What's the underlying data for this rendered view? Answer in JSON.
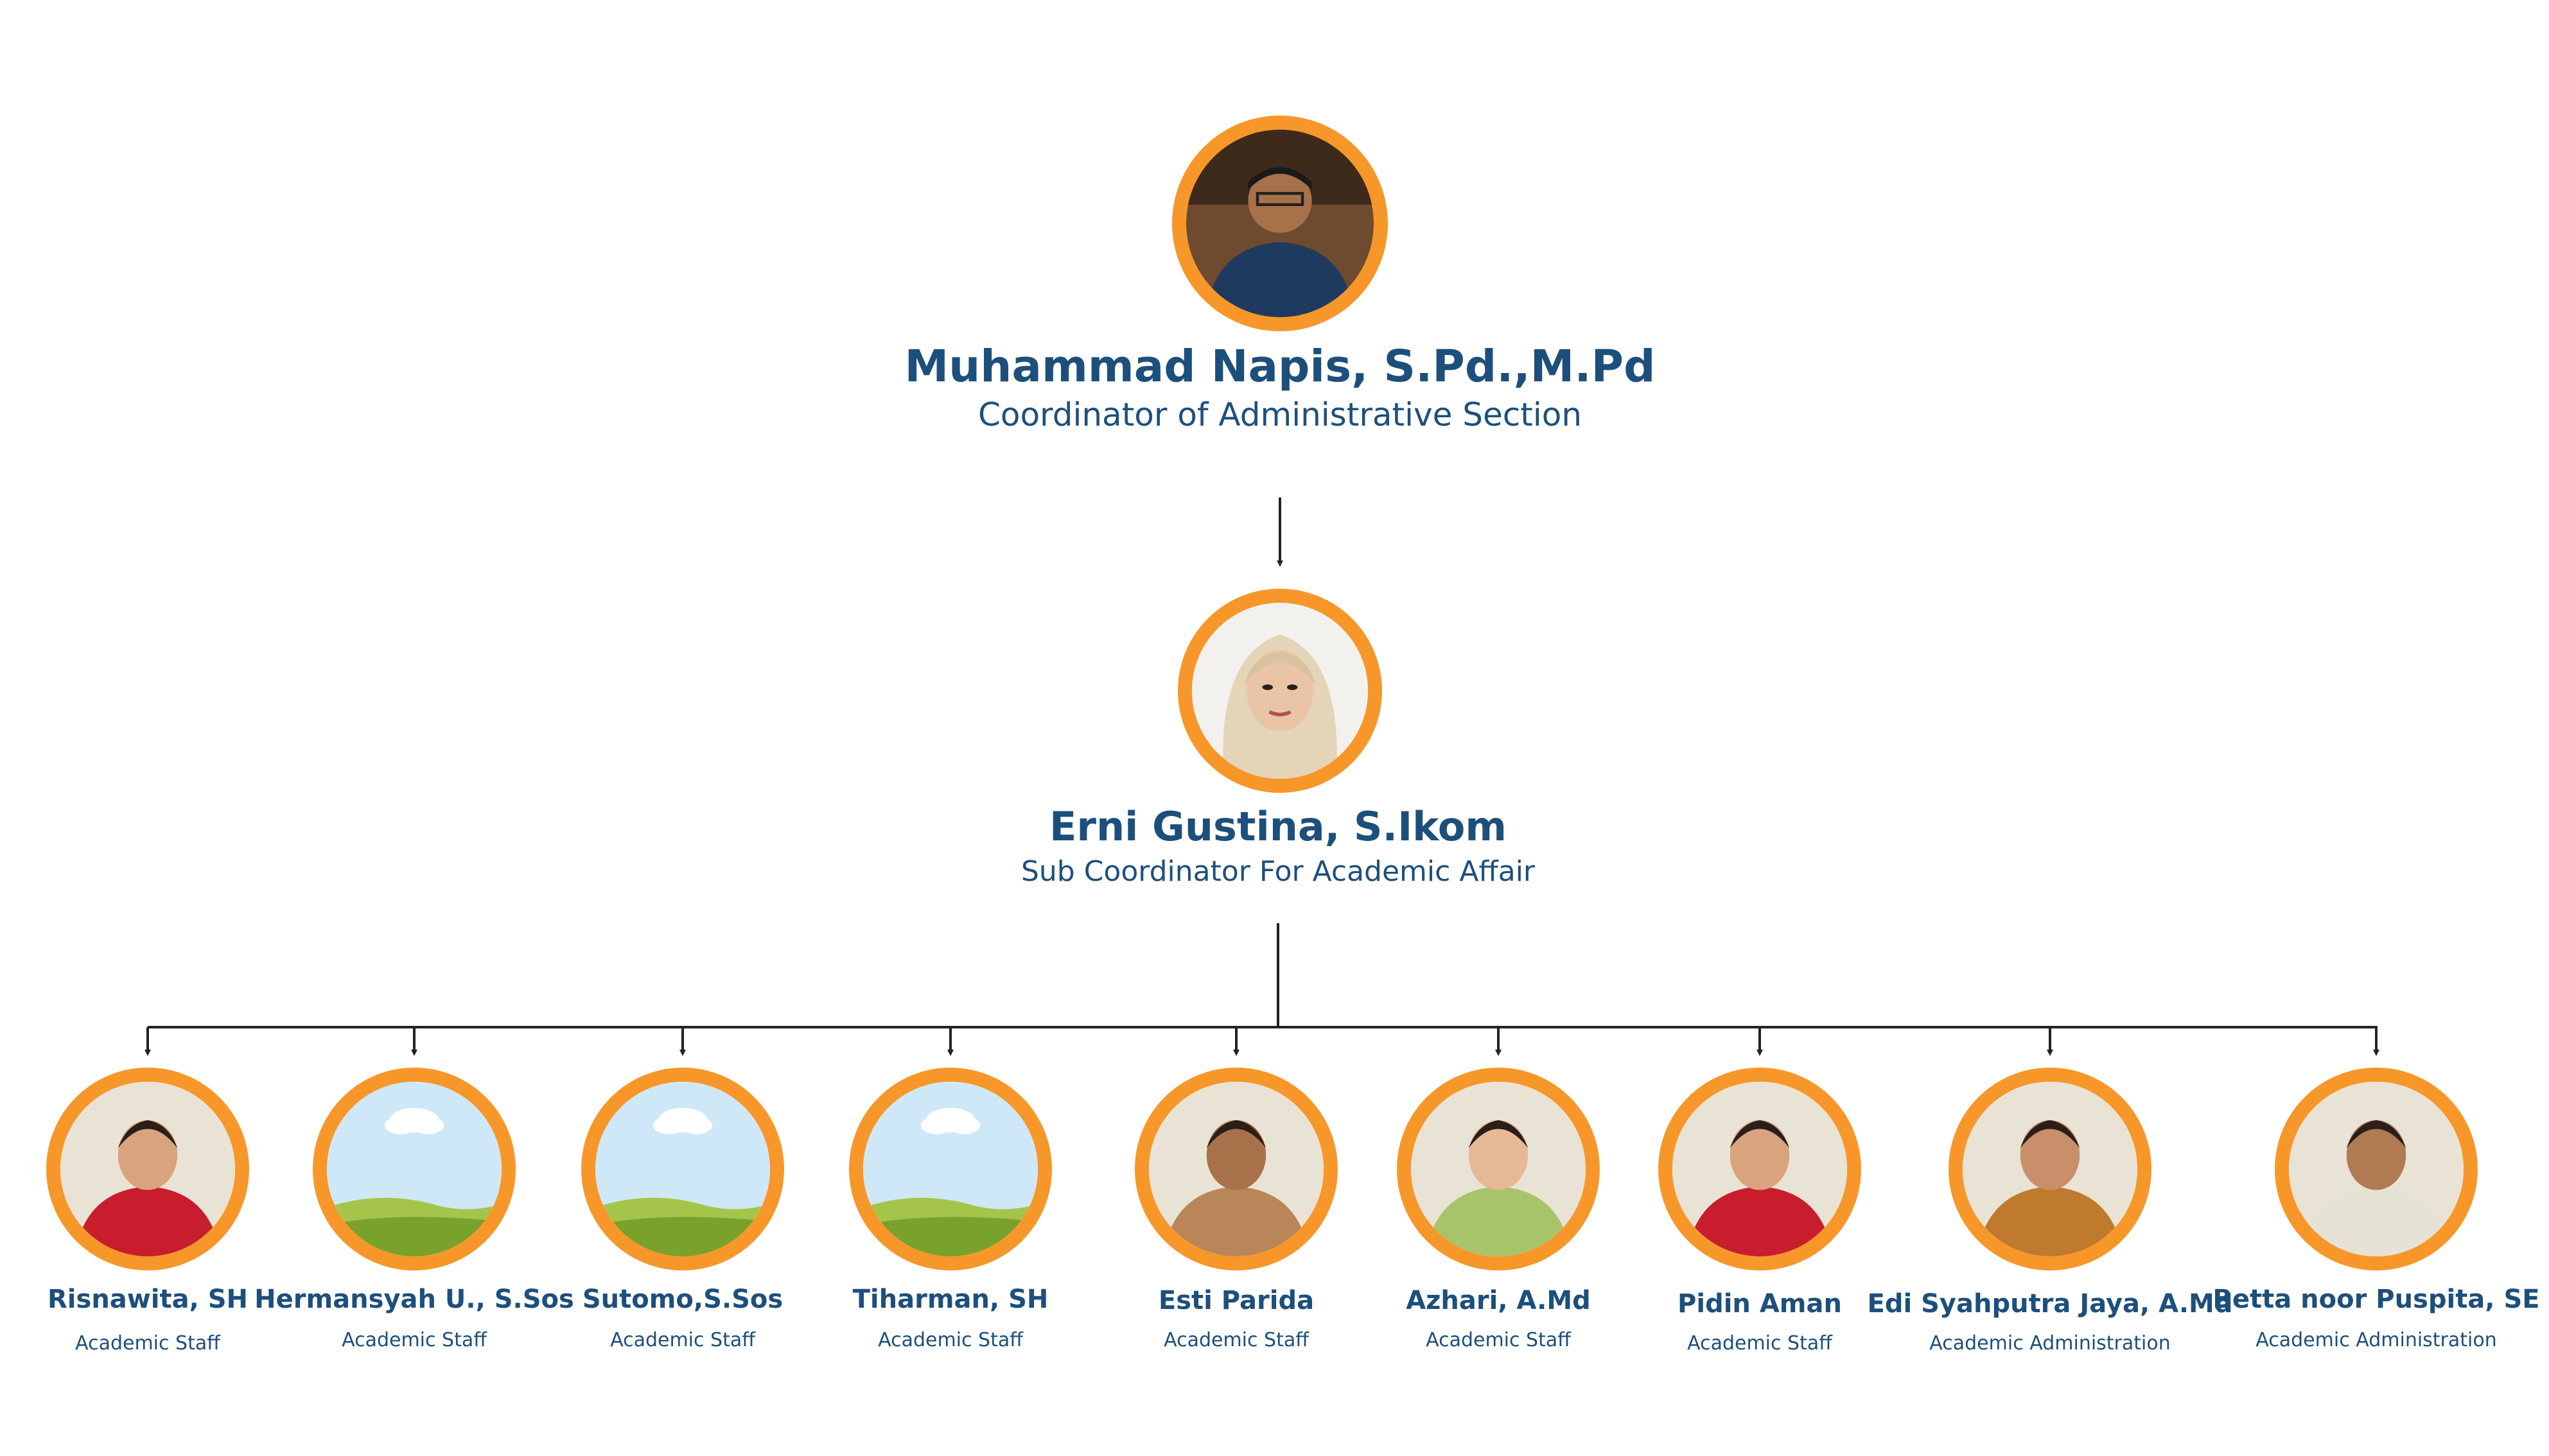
{
  "top": {
    "name": "Muhammad Napis, S.Pd.,M.Pd",
    "role": "Coordinator of Administrative Section",
    "photo_icon": "person-photo"
  },
  "sub": {
    "name": "Erni Gustina, S.Ikom",
    "role": "Sub Coordinator For Academic Affair",
    "photo_icon": "person-photo"
  },
  "staff": [
    {
      "name": "Risnawita, SH",
      "role": "Academic Staff",
      "photo_icon": "person-photo"
    },
    {
      "name": "Hermansyah U., S.Sos",
      "role": "Academic Staff",
      "photo_icon": "placeholder-landscape"
    },
    {
      "name": "Sutomo,S.Sos",
      "role": "Academic Staff",
      "photo_icon": "placeholder-landscape"
    },
    {
      "name": "Tiharman, SH",
      "role": "Academic Staff",
      "photo_icon": "placeholder-landscape"
    },
    {
      "name": "Esti Parida",
      "role": "Academic Staff",
      "photo_icon": "person-photo"
    },
    {
      "name": "Azhari, A.Md",
      "role": "Academic Staff",
      "photo_icon": "person-photo"
    },
    {
      "name": "Pidin Aman",
      "role": "Academic Staff",
      "photo_icon": "person-photo"
    },
    {
      "name": "Edi Syahputra  Jaya, A.Md",
      "role": "Academic Administration",
      "photo_icon": "person-photo"
    },
    {
      "name": "Betta noor Puspita, SE",
      "role": "Academic Administration",
      "photo_icon": "person-photo"
    }
  ],
  "colors": {
    "ring": "#f7972a",
    "text": "#1d4f7d",
    "connector": "#222222"
  }
}
